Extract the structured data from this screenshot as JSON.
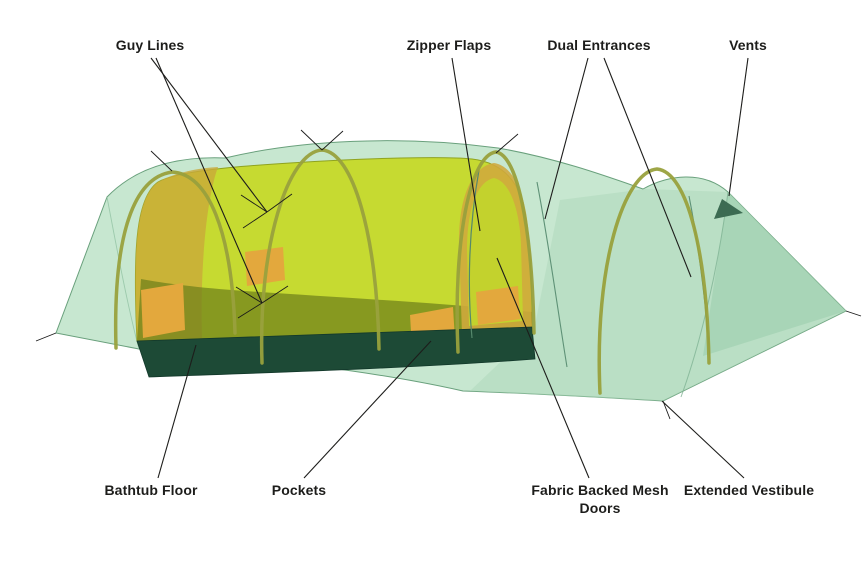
{
  "diagram": {
    "type": "annotated-illustration",
    "subject": "tent features callout diagram",
    "labels": {
      "guy_lines": "Guy Lines",
      "zipper_flaps": "Zipper Flaps",
      "dual_entrances": "Dual Entrances",
      "vents": "Vents",
      "bathtub_floor": "Bathtub Floor",
      "pockets": "Pockets",
      "fabric_backed_mesh_doors": "Fabric Backed Mesh Doors",
      "extended_vestibule": "Extended Vestibule"
    },
    "colors": {
      "background": "#ffffff",
      "label_text": "#1d1d1b",
      "leader_line": "#1d1d1b",
      "fly_green": "#c2e5cc",
      "fly_shade_green": "#aed7ba",
      "fly_edge": "#69a07c",
      "inner_tent_yellow": "#c6da2b",
      "inner_shade_olive": "#6f7f1b",
      "end_wall_gold": "#c9a93a",
      "door_rim_gold": "#d0a93c",
      "floor_green": "#1d4a36",
      "pocket_orange": "#e3a83d",
      "pole_olive": "#99a13d",
      "vent_dark": "#3c6b52"
    }
  }
}
